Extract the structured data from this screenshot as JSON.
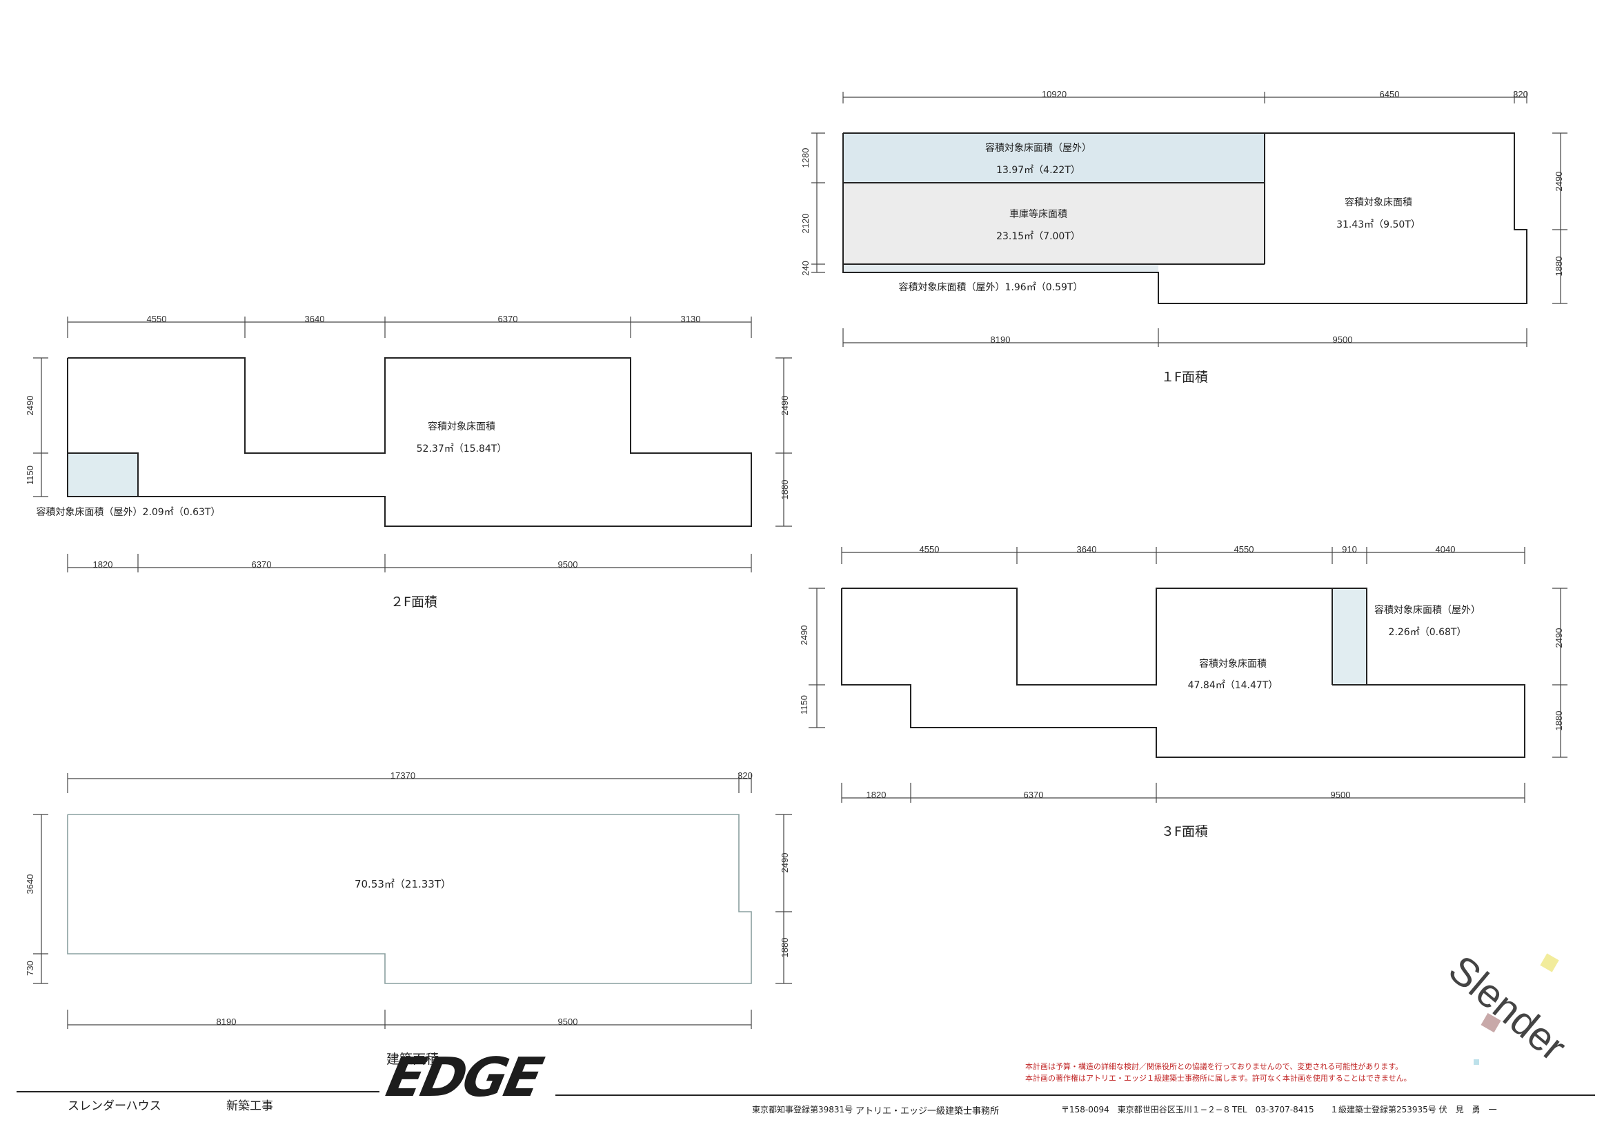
{
  "floor1": {
    "caption": "１F面積",
    "top_dims": [
      "10920",
      "6450",
      "320"
    ],
    "bottom_dims": [
      "8190",
      "9500"
    ],
    "left_dims": [
      "1280",
      "2120",
      "240"
    ],
    "right_dims": [
      "2490",
      "1880"
    ],
    "area_outdoor_top_label": "容積対象床面積（屋外）",
    "area_outdoor_top_value": "13.97㎡（4.22T）",
    "area_garage_label": "車庫等床面積",
    "area_garage_value": "23.15㎡（7.00T）",
    "area_main_label": "容積対象床面積",
    "area_main_value": "31.43㎡（9.50T）",
    "area_outdoor_bottom": "容積対象床面積（屋外）1.96㎡（0.59T）"
  },
  "floor2": {
    "caption": "２F面積",
    "top_dims": [
      "4550",
      "3640",
      "6370",
      "3130"
    ],
    "bottom_dims": [
      "1820",
      "6370",
      "9500"
    ],
    "left_dims": [
      "2490",
      "1150"
    ],
    "right_dims": [
      "2490",
      "1880"
    ],
    "area_main_label": "容積対象床面積",
    "area_main_value": "52.37㎡（15.84T）",
    "area_outdoor": "容積対象床面積（屋外）2.09㎡（0.63T）"
  },
  "floor3": {
    "caption": "３F面積",
    "top_dims": [
      "4550",
      "3640",
      "4550",
      "910",
      "4040"
    ],
    "bottom_dims": [
      "1820",
      "6370",
      "9500"
    ],
    "left_dims": [
      "2490",
      "1150"
    ],
    "right_dims": [
      "2490",
      "1880"
    ],
    "area_main_label": "容積対象床面積",
    "area_main_value": "47.84㎡（14.47T）",
    "area_outdoor_label": "容積対象床面積（屋外）",
    "area_outdoor_value": "2.26㎡（0.68T）"
  },
  "building": {
    "caption": "建築面積",
    "top_dims": [
      "17370",
      "320"
    ],
    "bottom_dims": [
      "8190",
      "9500"
    ],
    "left_dims": [
      "3640",
      "730"
    ],
    "right_dims": [
      "2490",
      "1880"
    ],
    "area_value": "70.53㎡（21.33T）"
  },
  "footer": {
    "project_name": "スレンダーハウス",
    "work_type": "新築工事",
    "logo": "EDGE",
    "registration": "東京都知事登録第39831号",
    "office_name": "アトリエ・エッジ一級建築士事務所",
    "address": "〒158-0094　東京都世田谷区玉川１−２−８",
    "tel": "TEL　03-3707-8415",
    "architect": "１級建築士登録第253935号 伏　見　勇　一",
    "note_line1": "本計画は予算・構造の詳細な検討／関係役所との協議を行っておりませんので、変更される可能性があります。",
    "note_line2": "本計画の著作権はアトリエ・エッジ１級建築士事務所に属します。許可なく本計画を使用することはできません。",
    "slender_logo": "Slender"
  }
}
